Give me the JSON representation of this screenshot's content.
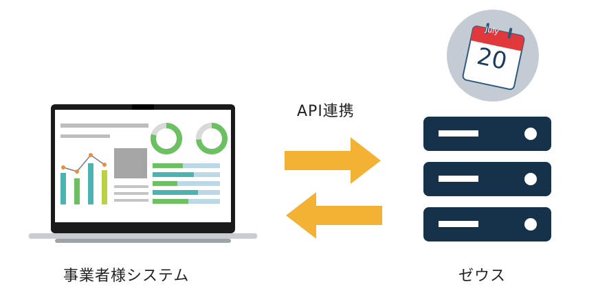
{
  "diagram": {
    "left_system_label": "事業者様システム",
    "right_system_label": "ゼウス",
    "connection_label": "API連携",
    "calendar": {
      "month": "July",
      "day": "20"
    }
  },
  "colors": {
    "arrow": "#f4b234",
    "server": "#15324a",
    "calendar_red": "#e0383b",
    "calendar_circle": "#c5cbd3",
    "laptop_frame": "#1a1a1a",
    "chart_green": "#6cc061",
    "chart_teal": "#4bb3b1",
    "chart_blue": "#70aecb"
  }
}
